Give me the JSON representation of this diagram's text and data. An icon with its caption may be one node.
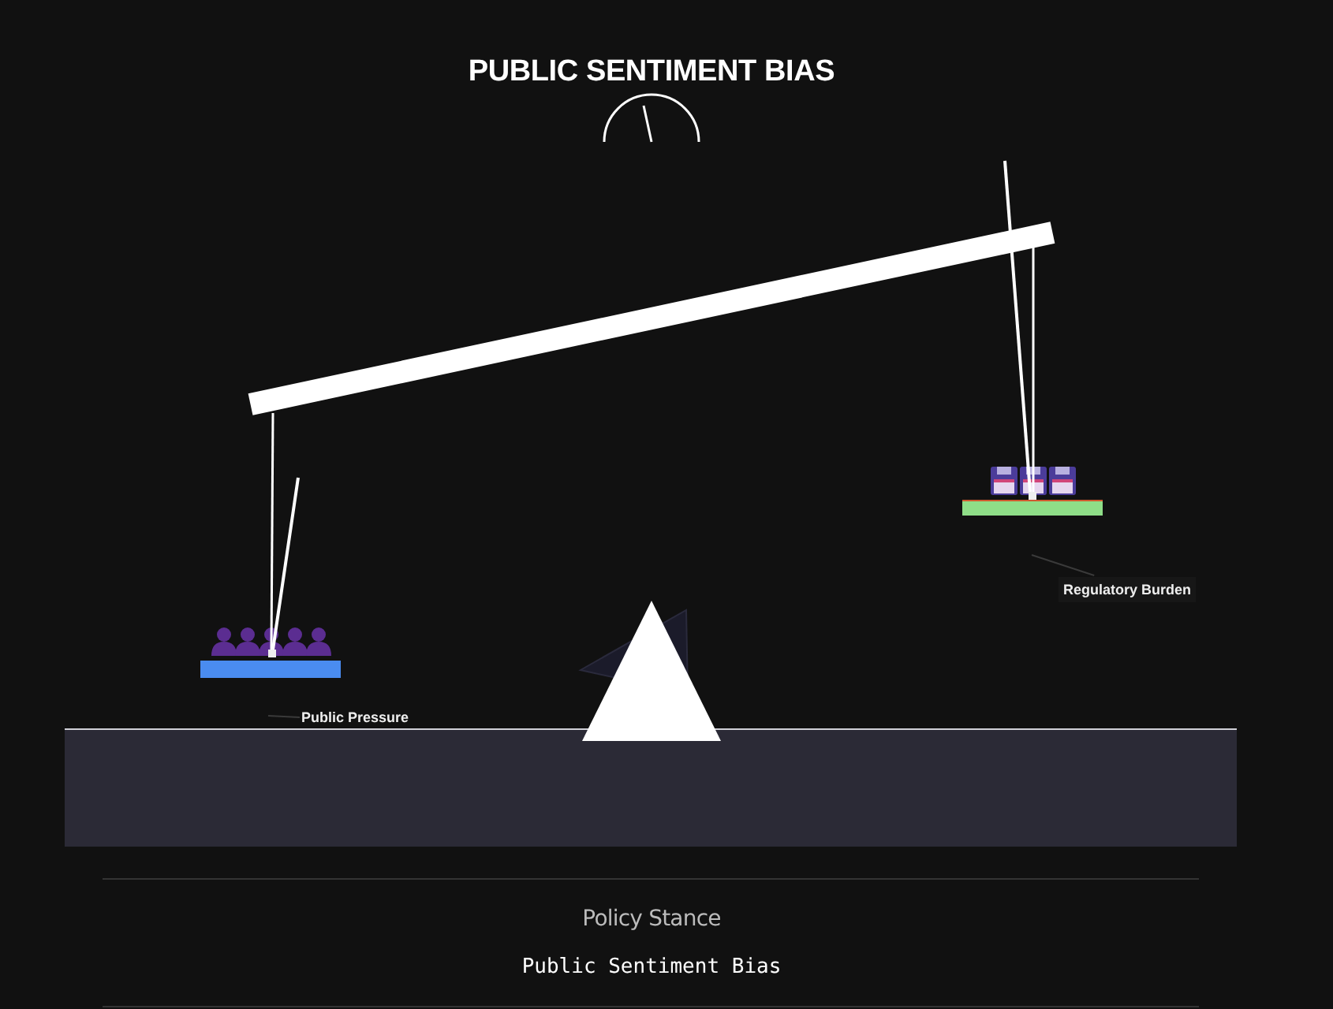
{
  "diagram": {
    "title": "PUBLIC SENTIMENT BIAS",
    "nodes": [
      {
        "text": [
          "Public Pressure"
        ]
      },
      {
        "text": [
          "Regulatory Burden"
        ]
      }
    ],
    "edges": [
      {
        "from": 0,
        "to": null,
        "arrow": "none"
      },
      {
        "from": 1,
        "to": null,
        "arrow": "none"
      }
    ],
    "labels": [
      "Policy Stance",
      "Public Sentiment Bias"
    ]
  }
}
